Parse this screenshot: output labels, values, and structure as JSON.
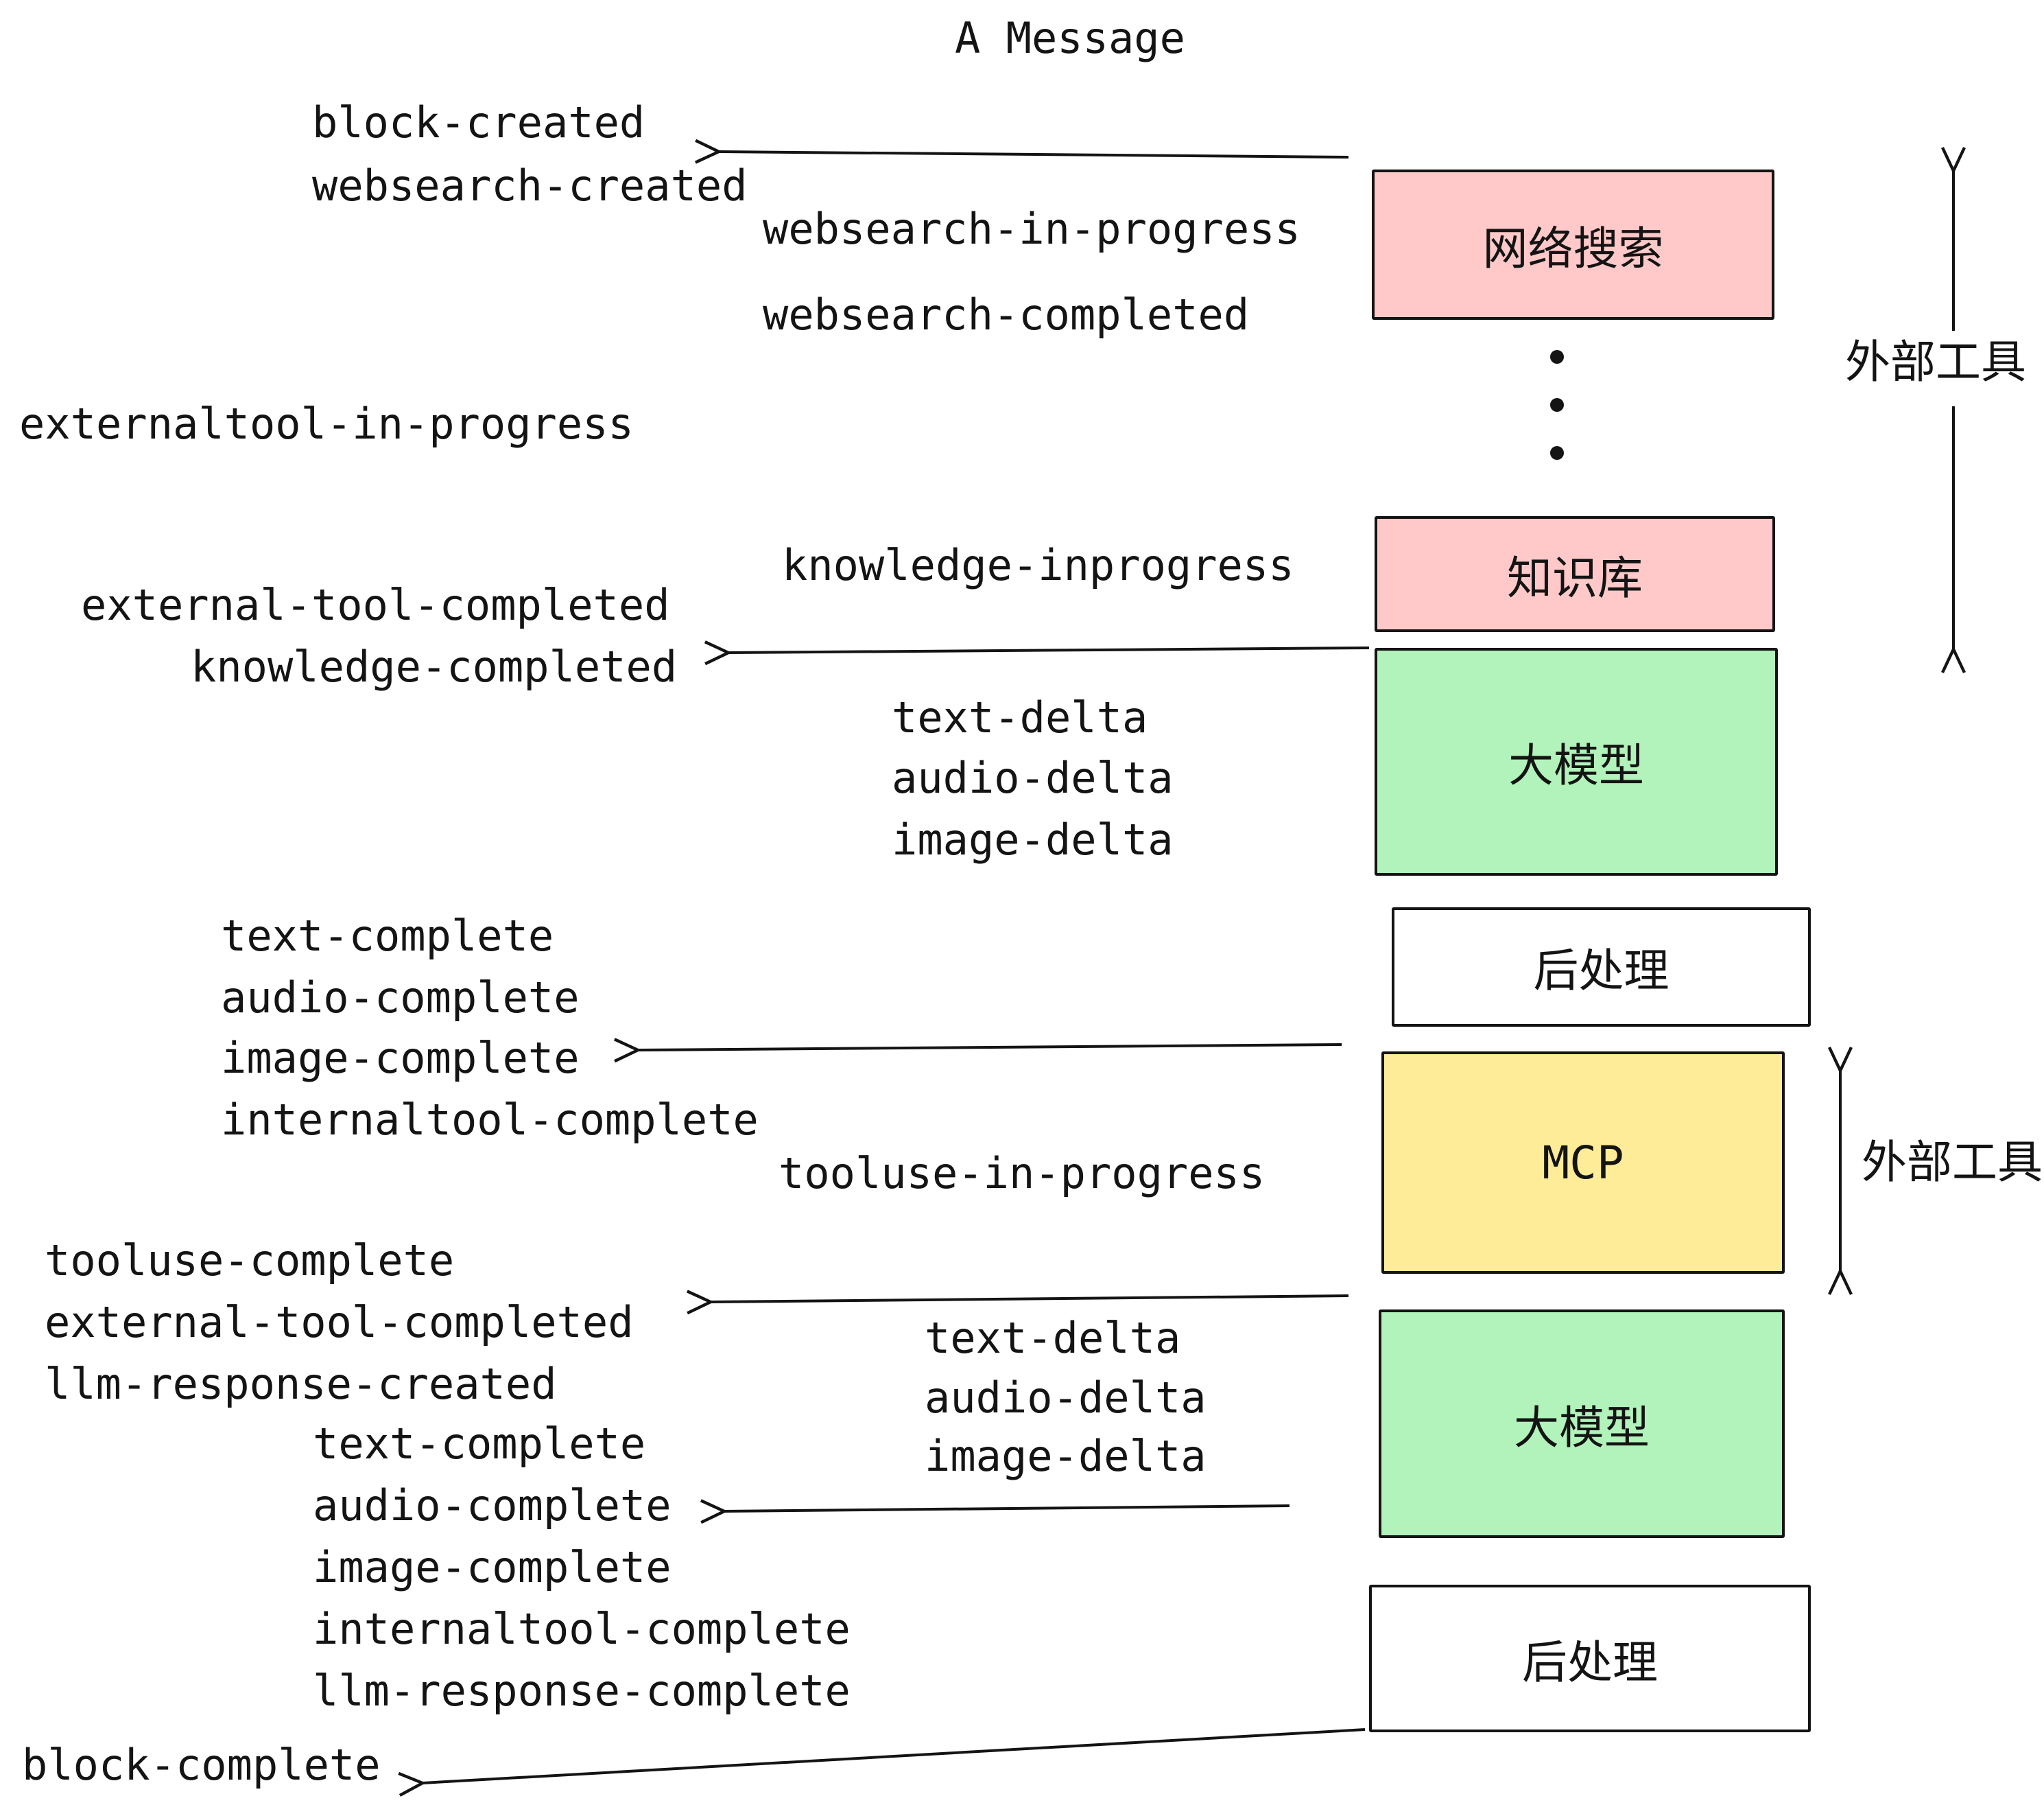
{
  "title": "A Message",
  "palette": {
    "pink": "#ffc9c9",
    "green": "#b2f2bb",
    "yellow": "#ffec99",
    "white": "#ffffff",
    "stroke": "#141414"
  },
  "boxes": {
    "websearch": "网络搜索",
    "knowledge": "知识库",
    "llm1": "大模型",
    "post1": "后处理",
    "mcp": "MCP",
    "llm2": "大模型",
    "post2": "后处理"
  },
  "annotations": {
    "external_tools_top": "外部工具",
    "external_tools_mid": "外部工具"
  },
  "events": {
    "block_created": "block-created",
    "websearch_created": "websearch-created",
    "websearch_in_progress": "websearch-in-progress",
    "websearch_completed": "websearch-completed",
    "externaltool_in_progress": "externaltool-in-progress",
    "knowledge_inprogress": "knowledge-inprogress",
    "external_tool_completed_1": "external-tool-completed",
    "knowledge_completed": "knowledge-completed",
    "text_delta_1": "text-delta",
    "audio_delta_1": "audio-delta",
    "image_delta_1": "image-delta",
    "text_complete_1": "text-complete",
    "audio_complete_1": "audio-complete",
    "image_complete_1": "image-complete",
    "internaltool_complete_1": "internaltool-complete",
    "tooluse_in_progress": "tooluse-in-progress",
    "tooluse_complete": "tooluse-complete",
    "external_tool_completed_2": "external-tool-completed",
    "llm_response_created": "llm-response-created",
    "text_delta_2": "text-delta",
    "audio_delta_2": "audio-delta",
    "image_delta_2": "image-delta",
    "text_complete_2": "text-complete",
    "audio_complete_2": "audio-complete",
    "image_complete_2": "image-complete",
    "internaltool_complete_2": "internaltool-complete",
    "llm_response_complete": "llm-response-complete",
    "block_complete": "block-complete"
  }
}
